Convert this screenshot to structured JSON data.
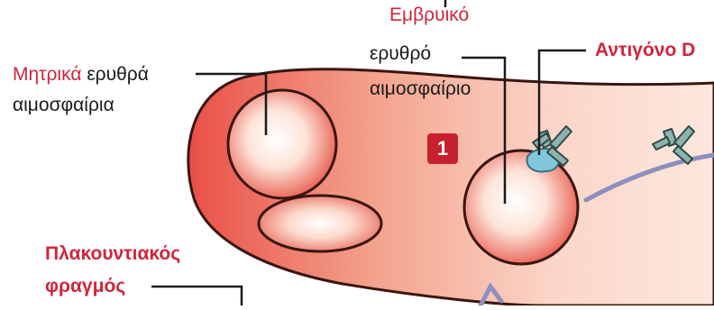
{
  "labels": {
    "fetal_word": "Εμβρυικό",
    "fetal_line2": "ερυθρό",
    "fetal_line3": "αιμοσφαίριο",
    "antigen": "Αντιγόνο D",
    "maternal_word": "Μητρικά",
    "maternal_rest": "ερυθρά",
    "maternal_line2": "αιμοσφαίρια",
    "placental_line1": "Πλακουντιακός",
    "placental_line2": "φραγμός"
  },
  "badge": "1",
  "colors": {
    "vessel_light": "#fbd9cc",
    "vessel_dark": "#e9584e",
    "vessel_outline": "#3a1510",
    "antigen_fill": "#7fc8dc",
    "antibody_fill": "#8eb3ae",
    "arrow": "#8d8fbd",
    "accent_red": "#d0253a"
  },
  "icons": {
    "antibody": "y-shaped-antibody-icon",
    "antigen": "antigen-blob-icon"
  }
}
